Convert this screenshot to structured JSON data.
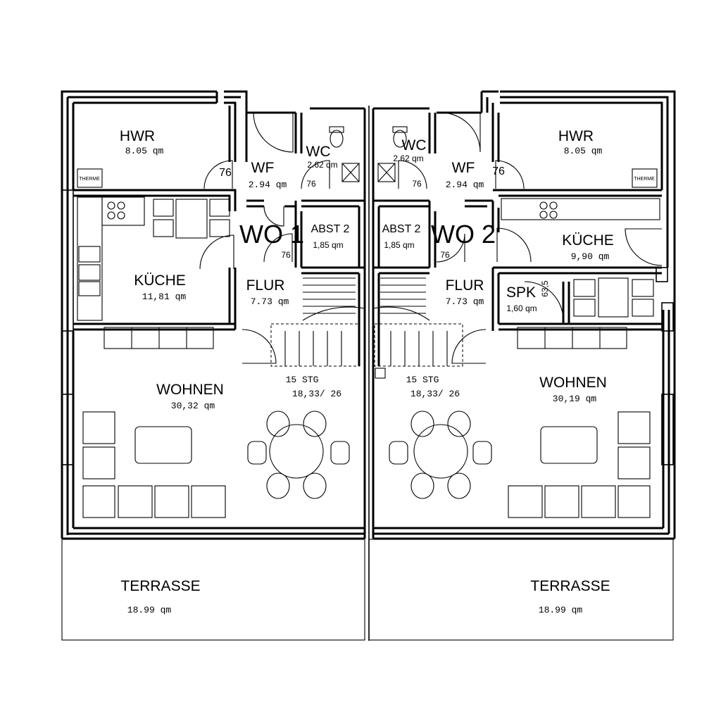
{
  "rooms": {
    "left": {
      "hwr": {
        "name": "HWR",
        "area": "8.05 qm"
      },
      "therme": "THERME",
      "wf": {
        "name": "WF",
        "area": "2.94 qm"
      },
      "wc": {
        "name": "WC",
        "area": "2.62 qm"
      },
      "abst": {
        "name": "ABST 2",
        "area": "1,85 qm"
      },
      "unit": "WO 1",
      "kueche": {
        "name": "KÜCHE",
        "area": "11,81 qm"
      },
      "flur": {
        "name": "FLUR",
        "area": "7.73 qm"
      },
      "stairs": {
        "steps": "15 STG",
        "ratio": "18,33/ 26"
      },
      "wohnen": {
        "name": "WOHNEN",
        "area": "30,32 qm"
      },
      "terrasse": {
        "name": "TERRASSE",
        "area": "18.99 qm"
      }
    },
    "right": {
      "hwr": {
        "name": "HWR",
        "area": "8.05 qm"
      },
      "therme": "THERME",
      "wf": {
        "name": "WF",
        "area": "2.94 qm"
      },
      "wc": {
        "name": "WC",
        "area": "2.62 qm"
      },
      "abst": {
        "name": "ABST 2",
        "area": "1,85 qm"
      },
      "unit": "WO 2",
      "kueche": {
        "name": "KÜCHE",
        "area": "9,90 qm"
      },
      "spk": {
        "name": "SPK",
        "area": "1,60 qm"
      },
      "flur": {
        "name": "FLUR",
        "area": "7.73 qm"
      },
      "stairs": {
        "steps": "15 STG",
        "ratio": "18,33/ 26"
      },
      "wohnen": {
        "name": "WOHNEN",
        "area": "30,19 qm"
      },
      "terrasse": {
        "name": "TERRASSE",
        "area": "18.99 qm"
      }
    }
  },
  "dimensions": {
    "door_76": "76",
    "spk_door": "63,5"
  }
}
